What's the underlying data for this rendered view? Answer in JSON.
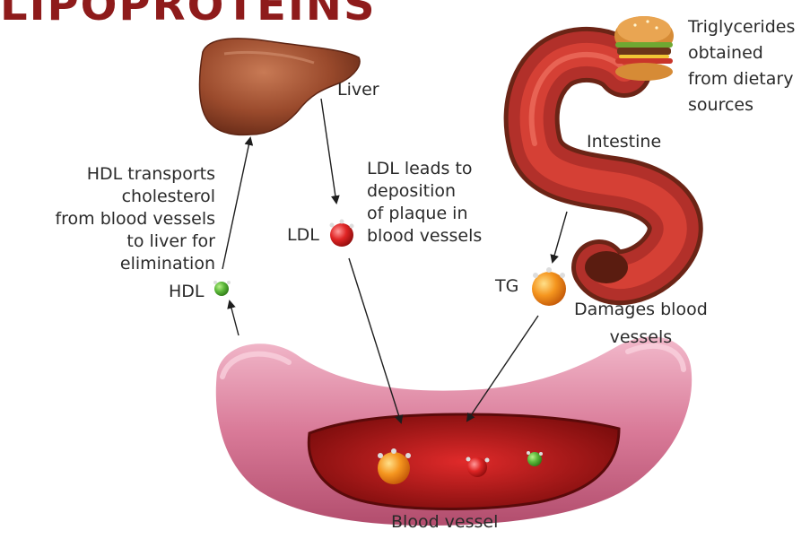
{
  "banner": {
    "text": "LIPOPROTEINS",
    "color": "#8e1b1b"
  },
  "organs": {
    "liver": {
      "label": "Liver",
      "color": "#8a3b23"
    },
    "intestine": {
      "label": "Intestine",
      "color": "#b2302a"
    },
    "blood_vessel": {
      "label": "Blood vessel",
      "color": "#d97a98"
    }
  },
  "food": {
    "label": "Triglycerides\nobtained\nfrom dietary\nsources",
    "icon": "burger-icon"
  },
  "particles": {
    "hdl": {
      "label": "HDL",
      "color": "#5cb83a"
    },
    "ldl": {
      "label": "LDL",
      "color": "#d62828"
    },
    "tg": {
      "label": "TG",
      "color": "#f28a1e"
    }
  },
  "annotations": {
    "hdl_note": "HDL transports\ncholesterol\nfrom blood vessels\nto liver for elimination",
    "ldl_note": "LDL leads to\ndeposition\nof plaque in\nblood vessels",
    "tg_note": "Damages blood\nvessels"
  }
}
